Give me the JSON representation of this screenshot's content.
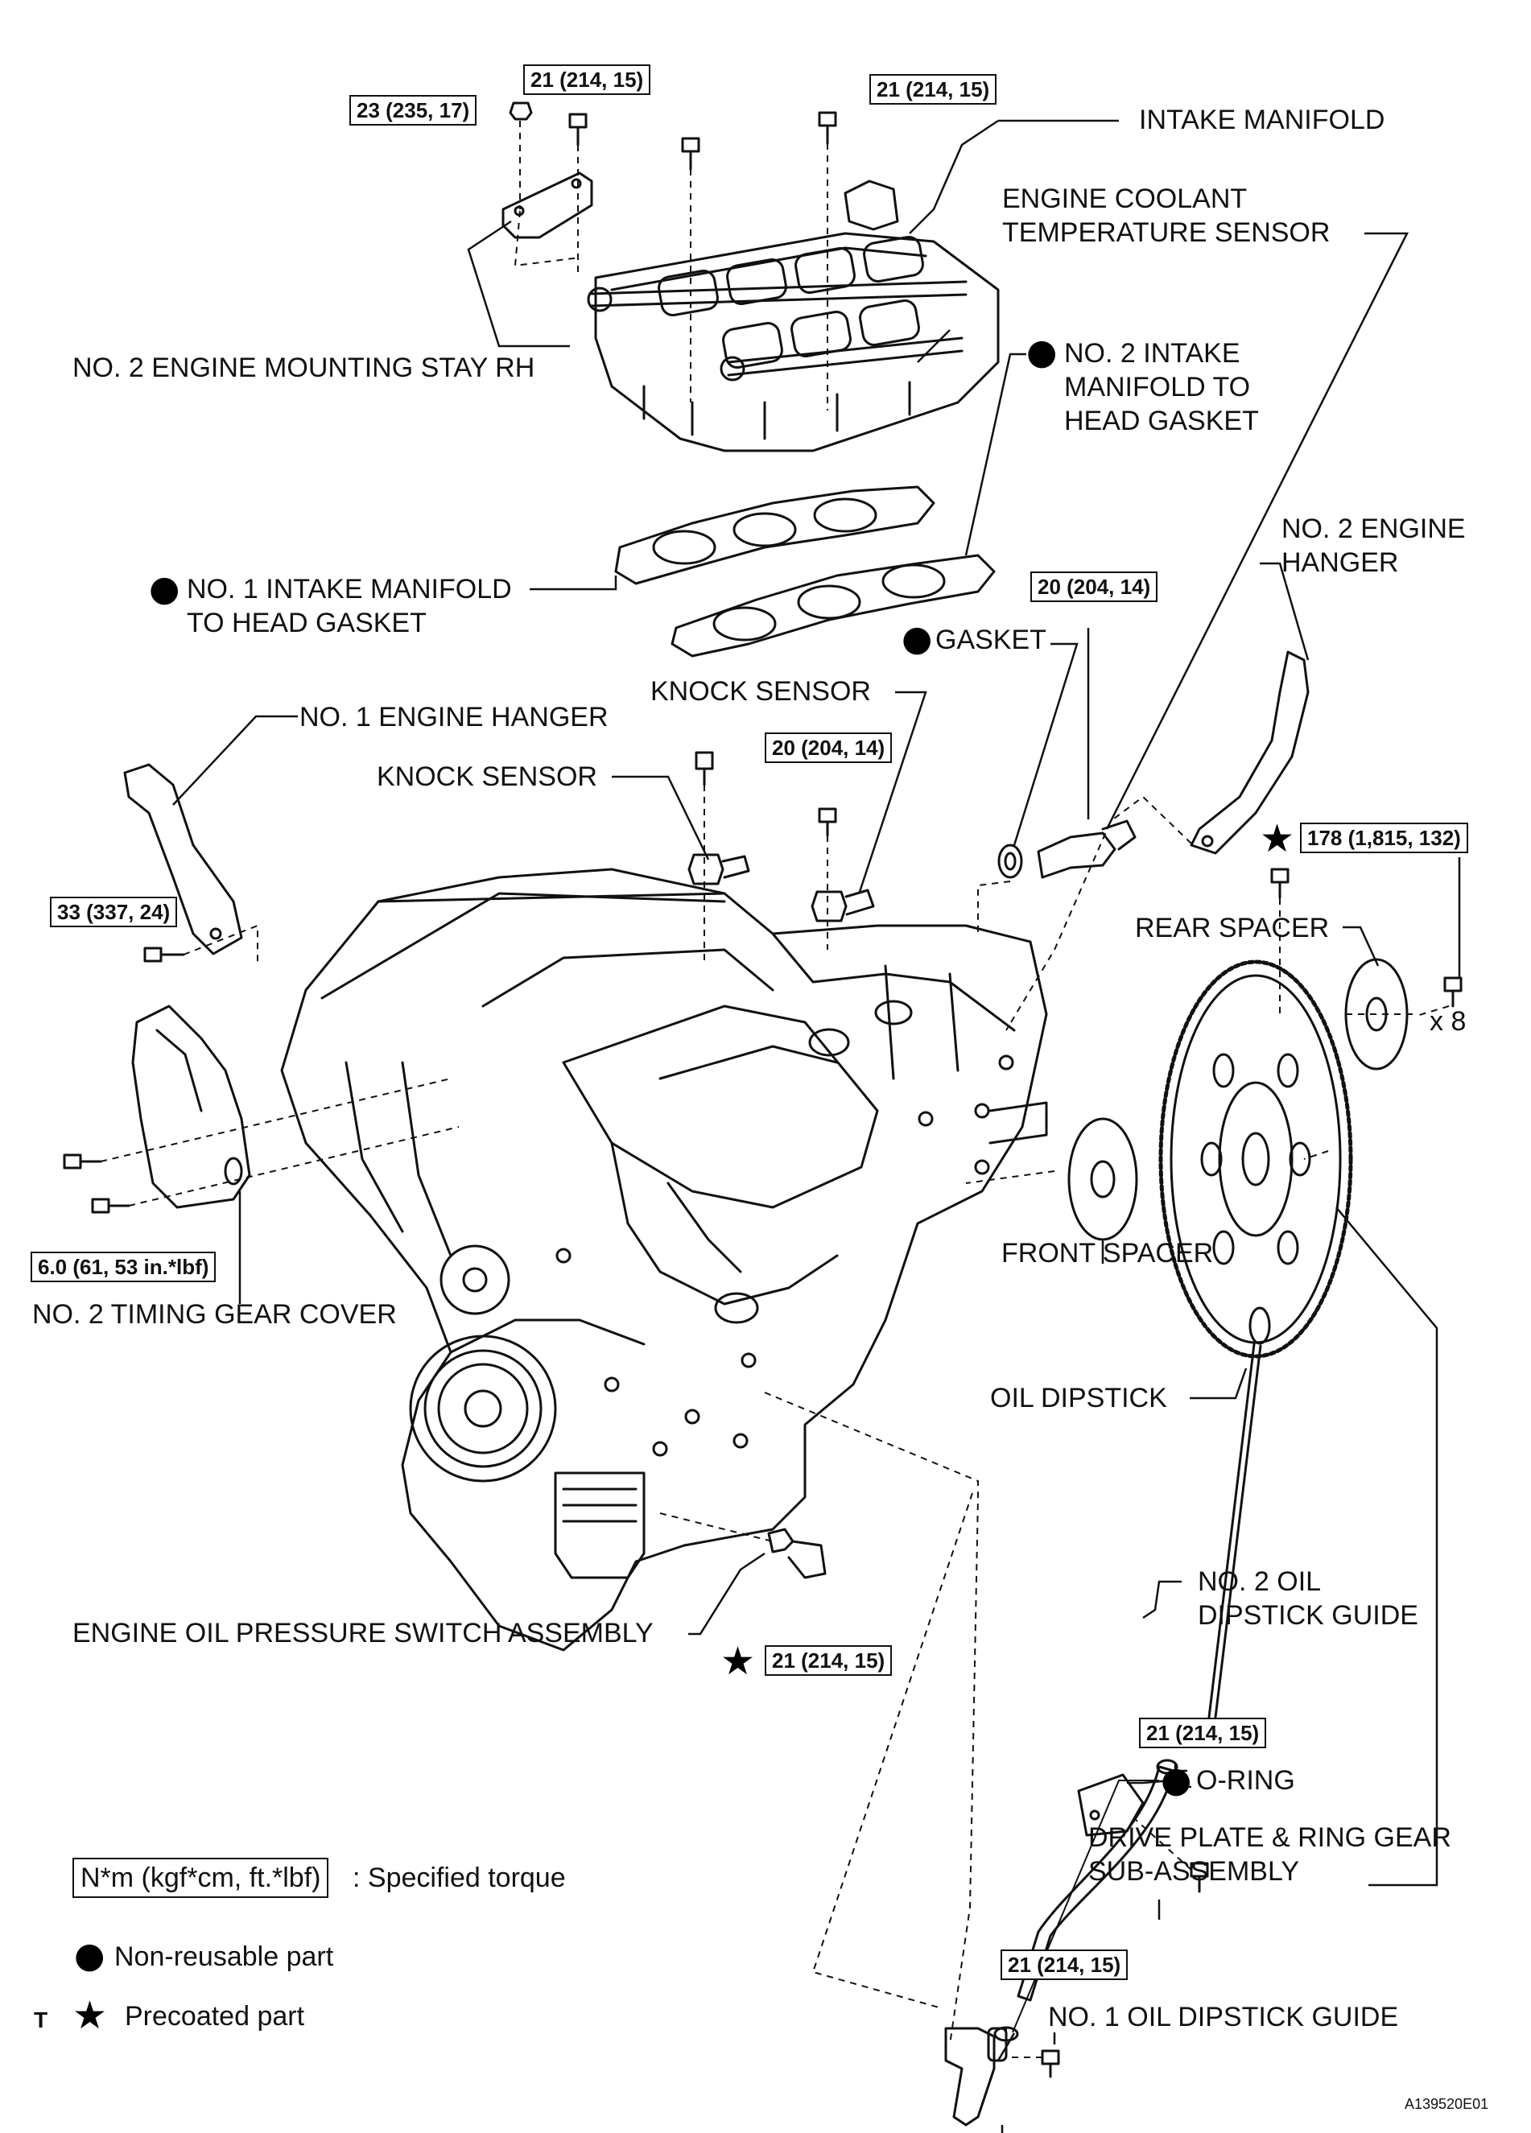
{
  "labels": {
    "intake_manifold": "INTAKE MANIFOLD",
    "coolant_sensor_line1": "ENGINE COOLANT",
    "coolant_sensor_line2": "TEMPERATURE SENSOR",
    "mounting_stay": "NO. 2 ENGINE MOUNTING STAY RH",
    "no2_gasket_line1": "NO. 2 INTAKE",
    "no2_gasket_line2": "MANIFOLD TO",
    "no2_gasket_line3": "HEAD GASKET",
    "no2_hanger_line1": "NO. 2 ENGINE",
    "no2_hanger_line2": "HANGER",
    "no1_gasket_line1": "NO. 1 INTAKE MANIFOLD",
    "no1_gasket_line2": "TO HEAD GASKET",
    "gasket": "GASKET",
    "knock_sensor_right": "KNOCK SENSOR",
    "no1_hanger": "NO. 1 ENGINE HANGER",
    "knock_sensor_left": "KNOCK SENSOR",
    "rear_spacer": "REAR SPACER",
    "x8": "x 8",
    "front_spacer": "FRONT SPACER",
    "timing_cover": "NO. 2 TIMING GEAR COVER",
    "oil_dipstick": "OIL DIPSTICK",
    "no2_guide_line1": "NO. 2 OIL",
    "no2_guide_line2": "DIPSTICK GUIDE",
    "oil_pressure_switch": "ENGINE OIL PRESSURE SWITCH ASSEMBLY",
    "o_ring": "O-RING",
    "drive_plate_line1": "DRIVE PLATE & RING GEAR",
    "drive_plate_line2": "SUB-ASSEMBLY",
    "no1_guide": "NO. 1 OIL DIPSTICK GUIDE"
  },
  "torques": {
    "mount_stay_nut": "23 (235, 17)",
    "mount_stay_bolt": "21 (214, 15)",
    "manifold_bolts": "21 (214, 15)",
    "coolant_sensor": "20 (204, 14)",
    "knock_sensor": "20 (204, 14)",
    "hanger_no2": "178 (1,815, 132)",
    "hanger_no1": "33 (337, 24)",
    "timing_cover": "6.0 (61, 53 in.*lbf)",
    "oil_pressure_switch": "21 (214, 15)",
    "no2_guide": "21 (214, 15)",
    "no1_guide": "21 (214, 15)"
  },
  "legend": {
    "torque_box": "N*m (kgf*cm, ft.*lbf)",
    "torque_desc": ": Specified torque",
    "nonreusable": "Non-reusable part",
    "precoated": "Precoated part"
  },
  "corner_mark": "T",
  "figure_id": "A139520E01"
}
